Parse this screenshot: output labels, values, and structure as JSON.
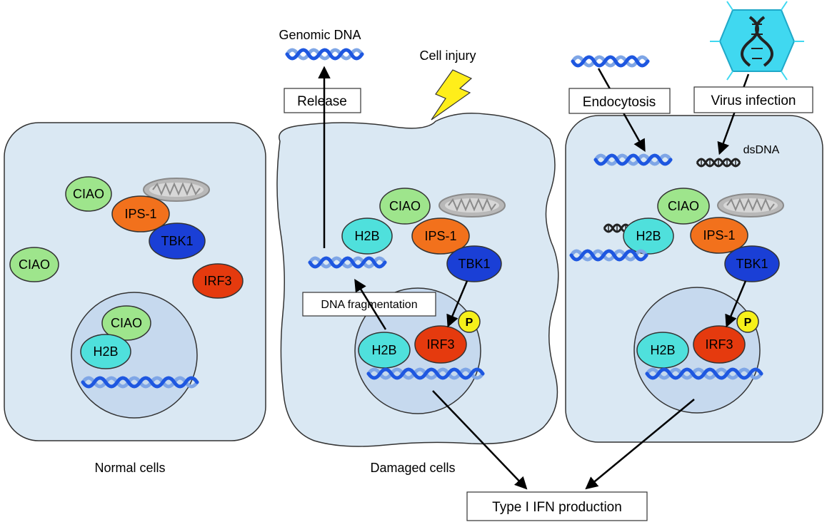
{
  "labels": {
    "ciao": "CIAO",
    "ips1": "IPS-1",
    "tbk1": "TBK1",
    "irf3": "IRF3",
    "h2b": "H2B",
    "p": "P",
    "dsdna": "dsDNA",
    "genomic_dna": "Genomic DNA",
    "cell_injury": "Cell injury",
    "release": "Release",
    "dna_fragmentation": "DNA fragmentation",
    "endocytosis": "Endocytosis",
    "virus_infection": "Virus infection",
    "type1_ifn": "Type I IFN production"
  },
  "captions": {
    "normal": "Normal cells",
    "damaged": "Damaged cells"
  },
  "colors": {
    "cell_fill": "#dae8f3",
    "nucleus_fill": "#c6d9ee",
    "ciao": "#9ee58c",
    "ips1": "#f2711c",
    "tbk1": "#1a3fd6",
    "irf3": "#e53a0e",
    "h2b": "#4fe0dc",
    "phospho": "#f6f01a",
    "dna_dark": "#1e57e0",
    "dna_light": "#7fa6e6",
    "bolt": "#ffee1a",
    "virus": "#40d8f0"
  }
}
